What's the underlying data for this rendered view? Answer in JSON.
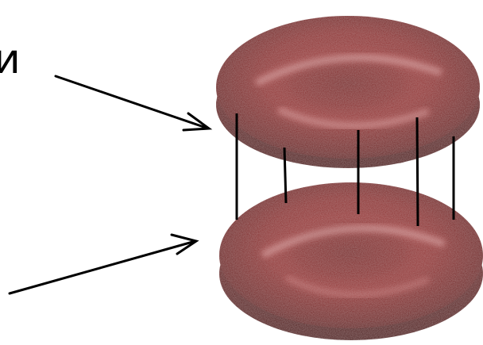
{
  "diagram": {
    "label_top": "и",
    "colors": {
      "cell_base": "#8e2a2a",
      "cell_dark": "#5c1414",
      "cell_light": "#c46a6a",
      "highlight": "#e8c6c6",
      "line": "#000000",
      "background": "#ffffff"
    },
    "cells": [
      {
        "name": "top-red-blood-cell",
        "shape": "biconcave-disc"
      },
      {
        "name": "bottom-red-blood-cell",
        "shape": "biconcave-disc"
      }
    ],
    "arrows": [
      {
        "name": "arrow-to-top-cell",
        "points_to": "top-red-blood-cell"
      },
      {
        "name": "arrow-to-bottom-cell",
        "points_to": "bottom-red-blood-cell"
      }
    ],
    "connector_count": 5
  }
}
